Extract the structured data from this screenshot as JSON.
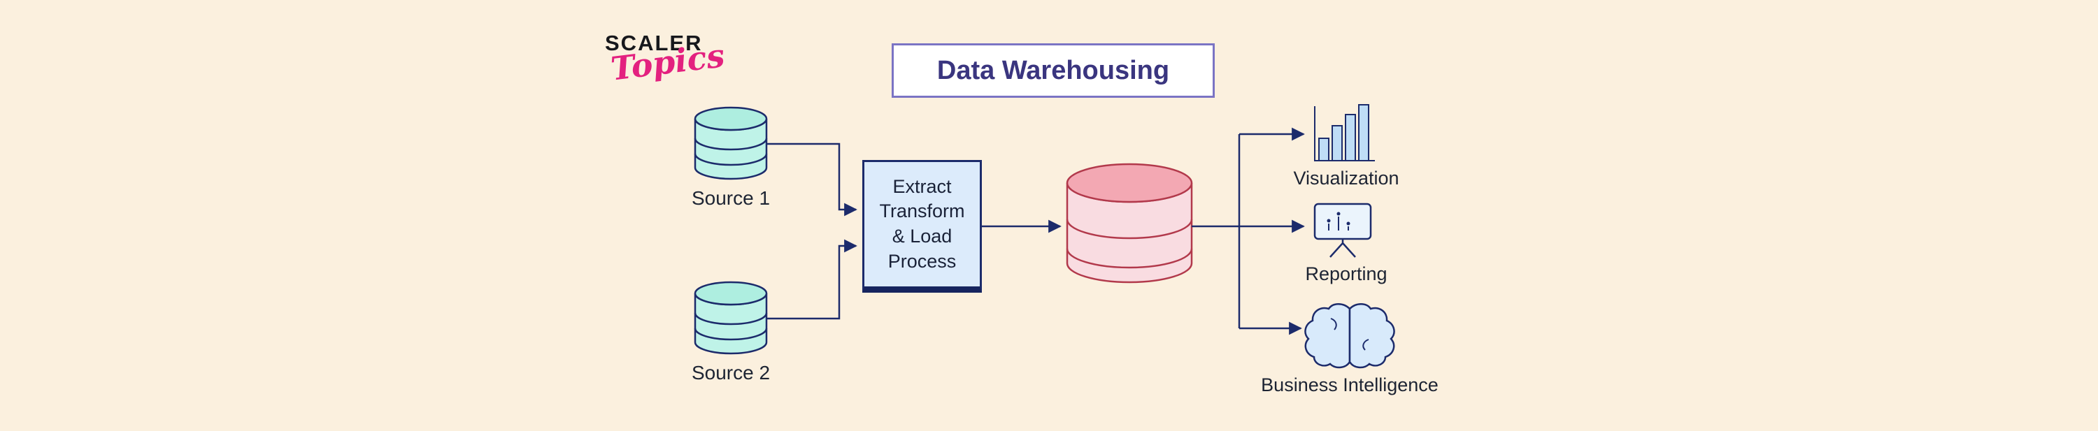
{
  "brand": {
    "name": "SCALER",
    "sub": "Topics"
  },
  "header": {
    "title": "Data Warehousing"
  },
  "diagram": {
    "sources": [
      {
        "label": "Source 1",
        "icon": "database-cylinder-icon"
      },
      {
        "label": "Source 2",
        "icon": "database-cylinder-icon"
      }
    ],
    "etl": {
      "label": "Extract\nTransform\n& Load\nProcess"
    },
    "warehouse": {
      "icon": "database-cylinder-icon"
    },
    "outputs": [
      {
        "label": "Visualization",
        "icon": "bar-chart-icon"
      },
      {
        "label": "Reporting",
        "icon": "presentation-board-icon"
      },
      {
        "label": "Business Intelligence",
        "icon": "brain-icon"
      }
    ]
  },
  "colors": {
    "background": "#fbf0de",
    "line": "#1c2b6b",
    "title_text": "#3a357f",
    "title_border": "#7b74c4",
    "source_fill": "#bff3e8",
    "etl_fill": "#dcebfb",
    "warehouse_top": "#f3a8b3",
    "warehouse_body": "#f9dce1",
    "warehouse_stroke": "#b2394b",
    "icon_fill": "#bfddf6",
    "brand_pink": "#e3217f"
  }
}
